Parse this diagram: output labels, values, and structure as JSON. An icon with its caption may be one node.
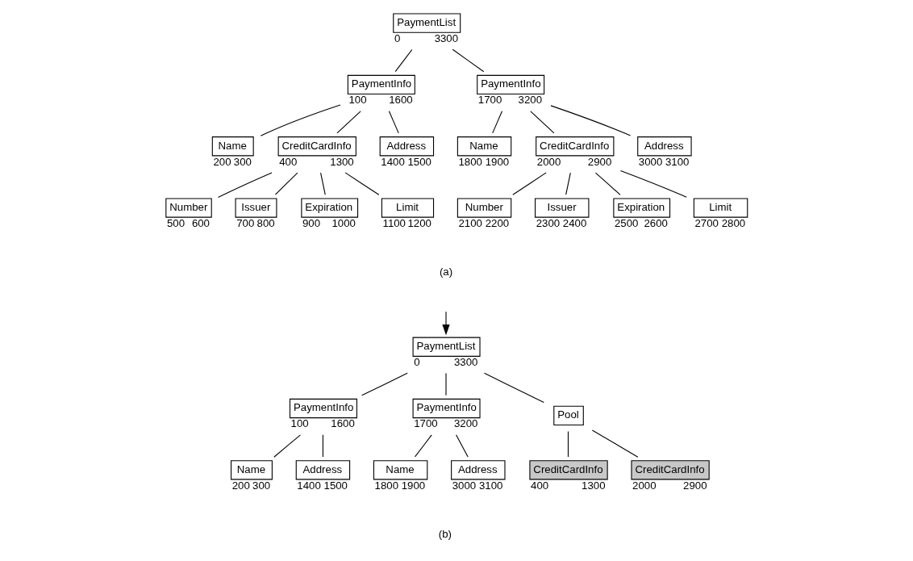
{
  "diagram": {
    "nodes": [
      {
        "text": [
          "PaymentList"
        ],
        "beside": [
          "0",
          "3300"
        ]
      },
      {
        "text": [
          "PaymentInfo"
        ],
        "beside": [
          "100",
          "1600"
        ]
      },
      {
        "text": [
          "Name"
        ],
        "beside": [
          "200",
          "300"
        ]
      },
      {
        "text": [
          "CreditCardInfo"
        ],
        "beside": [
          "400",
          "1300"
        ]
      },
      {
        "text": [
          "Number"
        ],
        "beside": [
          "500",
          "600"
        ]
      },
      {
        "text": [
          "Issuer"
        ],
        "beside": [
          "700",
          "800"
        ]
      },
      {
        "text": [
          "Expiration"
        ],
        "beside": [
          "900",
          "1000"
        ]
      },
      {
        "text": [
          "Limit"
        ],
        "beside": [
          "1100",
          "1200"
        ]
      },
      {
        "text": [
          "Address"
        ],
        "beside": [
          "1400",
          "1500"
        ]
      },
      {
        "text": [
          "PaymentInfo"
        ],
        "beside": [
          "1700",
          "3200"
        ]
      },
      {
        "text": [
          "Name"
        ],
        "beside": [
          "1800",
          "1900"
        ]
      },
      {
        "text": [
          "CreditCardInfo"
        ],
        "beside": [
          "2000",
          "2900"
        ]
      },
      {
        "text": [
          "Number"
        ],
        "beside": [
          "2100",
          "2200"
        ]
      },
      {
        "text": [
          "Issuer"
        ],
        "beside": [
          "2300",
          "2400"
        ]
      },
      {
        "text": [
          "Expiration"
        ],
        "beside": [
          "2500",
          "2600"
        ]
      },
      {
        "text": [
          "Limit"
        ],
        "beside": [
          "2700",
          "2800"
        ]
      },
      {
        "text": [
          "Address"
        ],
        "beside": [
          "3000",
          "3100"
        ]
      },
      {
        "text": [
          "PaymentList"
        ],
        "beside": [
          "0",
          "3300"
        ]
      },
      {
        "text": [
          "PaymentInfo"
        ],
        "beside": [
          "100",
          "1600"
        ]
      },
      {
        "text": [
          "Name"
        ],
        "beside": [
          "200",
          "300"
        ]
      },
      {
        "text": [
          "Address"
        ],
        "beside": [
          "1400",
          "1500"
        ]
      },
      {
        "text": [
          "PaymentInfo"
        ],
        "beside": [
          "1700",
          "3200"
        ]
      },
      {
        "text": [
          "Name"
        ],
        "beside": [
          "1800",
          "1900"
        ]
      },
      {
        "text": [
          "Address"
        ],
        "beside": [
          "3000",
          "3100"
        ]
      },
      {
        "text": [
          "Pool"
        ]
      },
      {
        "text": [
          "CreditCardInfo"
        ],
        "beside": [
          "400",
          "1300"
        ]
      },
      {
        "text": [
          "CreditCardInfo"
        ],
        "beside": [
          "2000",
          "2900"
        ]
      }
    ],
    "edges": [
      {
        "from": 0,
        "to": 1,
        "arrow": "none"
      },
      {
        "from": 0,
        "to": 9,
        "arrow": "none"
      },
      {
        "from": 1,
        "to": 2,
        "arrow": "none"
      },
      {
        "from": 1,
        "to": 3,
        "arrow": "none"
      },
      {
        "from": 1,
        "to": 8,
        "arrow": "none"
      },
      {
        "from": 3,
        "to": 4,
        "arrow": "none"
      },
      {
        "from": 3,
        "to": 5,
        "arrow": "none"
      },
      {
        "from": 3,
        "to": 6,
        "arrow": "none"
      },
      {
        "from": 3,
        "to": 7,
        "arrow": "none"
      },
      {
        "from": 9,
        "to": 10,
        "arrow": "none"
      },
      {
        "from": 9,
        "to": 11,
        "arrow": "none"
      },
      {
        "from": 9,
        "to": 16,
        "arrow": "none"
      },
      {
        "from": 11,
        "to": 12,
        "arrow": "none"
      },
      {
        "from": 11,
        "to": 13,
        "arrow": "none"
      },
      {
        "from": 11,
        "to": 14,
        "arrow": "none"
      },
      {
        "from": 11,
        "to": 15,
        "arrow": "none"
      },
      {
        "from": null,
        "to": 17,
        "arrow": "to"
      },
      {
        "from": 17,
        "to": 18,
        "arrow": "none"
      },
      {
        "from": 17,
        "to": 21,
        "arrow": "none"
      },
      {
        "from": 17,
        "to": 24,
        "arrow": "none"
      },
      {
        "from": 18,
        "to": 19,
        "arrow": "none"
      },
      {
        "from": 18,
        "to": 20,
        "arrow": "none"
      },
      {
        "from": 21,
        "to": 22,
        "arrow": "none"
      },
      {
        "from": 21,
        "to": 23,
        "arrow": "none"
      },
      {
        "from": 24,
        "to": 25,
        "arrow": "none"
      },
      {
        "from": 24,
        "to": 26,
        "arrow": "none"
      }
    ],
    "labels": [
      "(a)",
      "(b)"
    ]
  }
}
